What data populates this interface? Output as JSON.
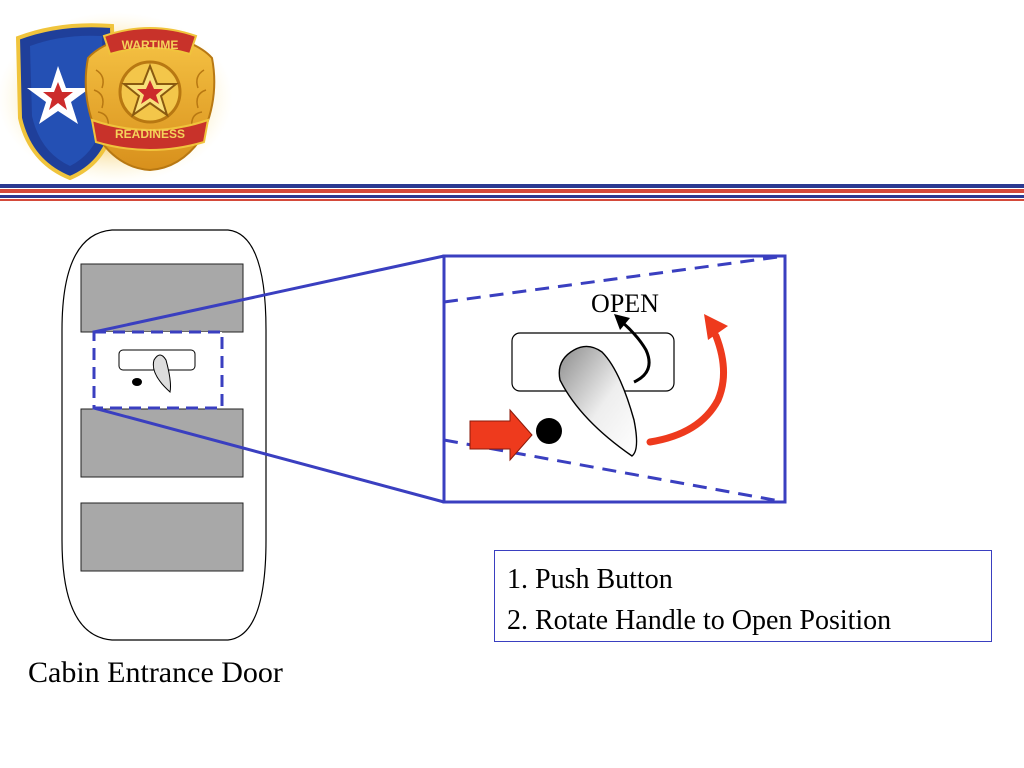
{
  "logo": {
    "shield_name": "army-shield-logo",
    "badge_top_text": "WARTIME",
    "badge_bottom_text": "READINESS"
  },
  "diagram": {
    "open_label": "OPEN",
    "caption": "Cabin Entrance Door",
    "steps": [
      "1.  Push Button",
      "2.  Rotate Handle to Open Position"
    ]
  },
  "colors": {
    "outline_blue": "#3a3fc0",
    "arrow_red": "#ee3a1d",
    "window_gray": "#a8a8a8",
    "stripe_red": "#d44a3a",
    "stripe_blue": "#2b3990"
  }
}
